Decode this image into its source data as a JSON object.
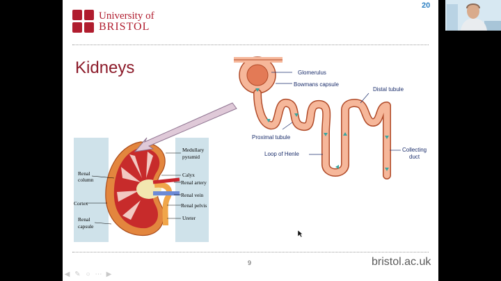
{
  "logo": {
    "line1": "University of",
    "line2": "BRISTOL"
  },
  "badge": {
    "value": "20"
  },
  "slide": {
    "title": "Kidneys",
    "page_number": "9",
    "footer_url": "bristol.ac.uk"
  },
  "kidney_labels": {
    "renal_column_1": "Renal",
    "renal_column_2": "column",
    "cortex": "Cortex",
    "renal_capsule_1": "Renal",
    "renal_capsule_2": "capsule",
    "medullary_1": "Medullary",
    "medullary_2": "pyramid",
    "calyx": "Calyx",
    "renal_artery": "Renal artery",
    "renal_vein": "Renal vein",
    "renal_pelvis": "Renal pelvis",
    "ureter": "Ureter"
  },
  "nephron_labels": {
    "glomerulus": "Glomerulus",
    "bowmans_capsule": "Bowmans capsule",
    "proximal_tubule": "Proximal tubule",
    "loop_of_henle": "Loop of Henle",
    "distal_tubule": "Distal tubule",
    "collecting_1": "Collecting",
    "collecting_2": "duct"
  },
  "controls": [
    "back-arrow-icon",
    "pen-icon",
    "zoom-icon",
    "more-icon",
    "forward-arrow-icon"
  ],
  "colors": {
    "brand_red": "#b01c2e",
    "title_red": "#8c1b2a",
    "tubule": "#f6b79a",
    "tubule_edge": "#b04a28",
    "flow_arrow": "#3aa6a0",
    "label_blue": "#1a2d6b",
    "url_gray": "#5a5a5a"
  }
}
